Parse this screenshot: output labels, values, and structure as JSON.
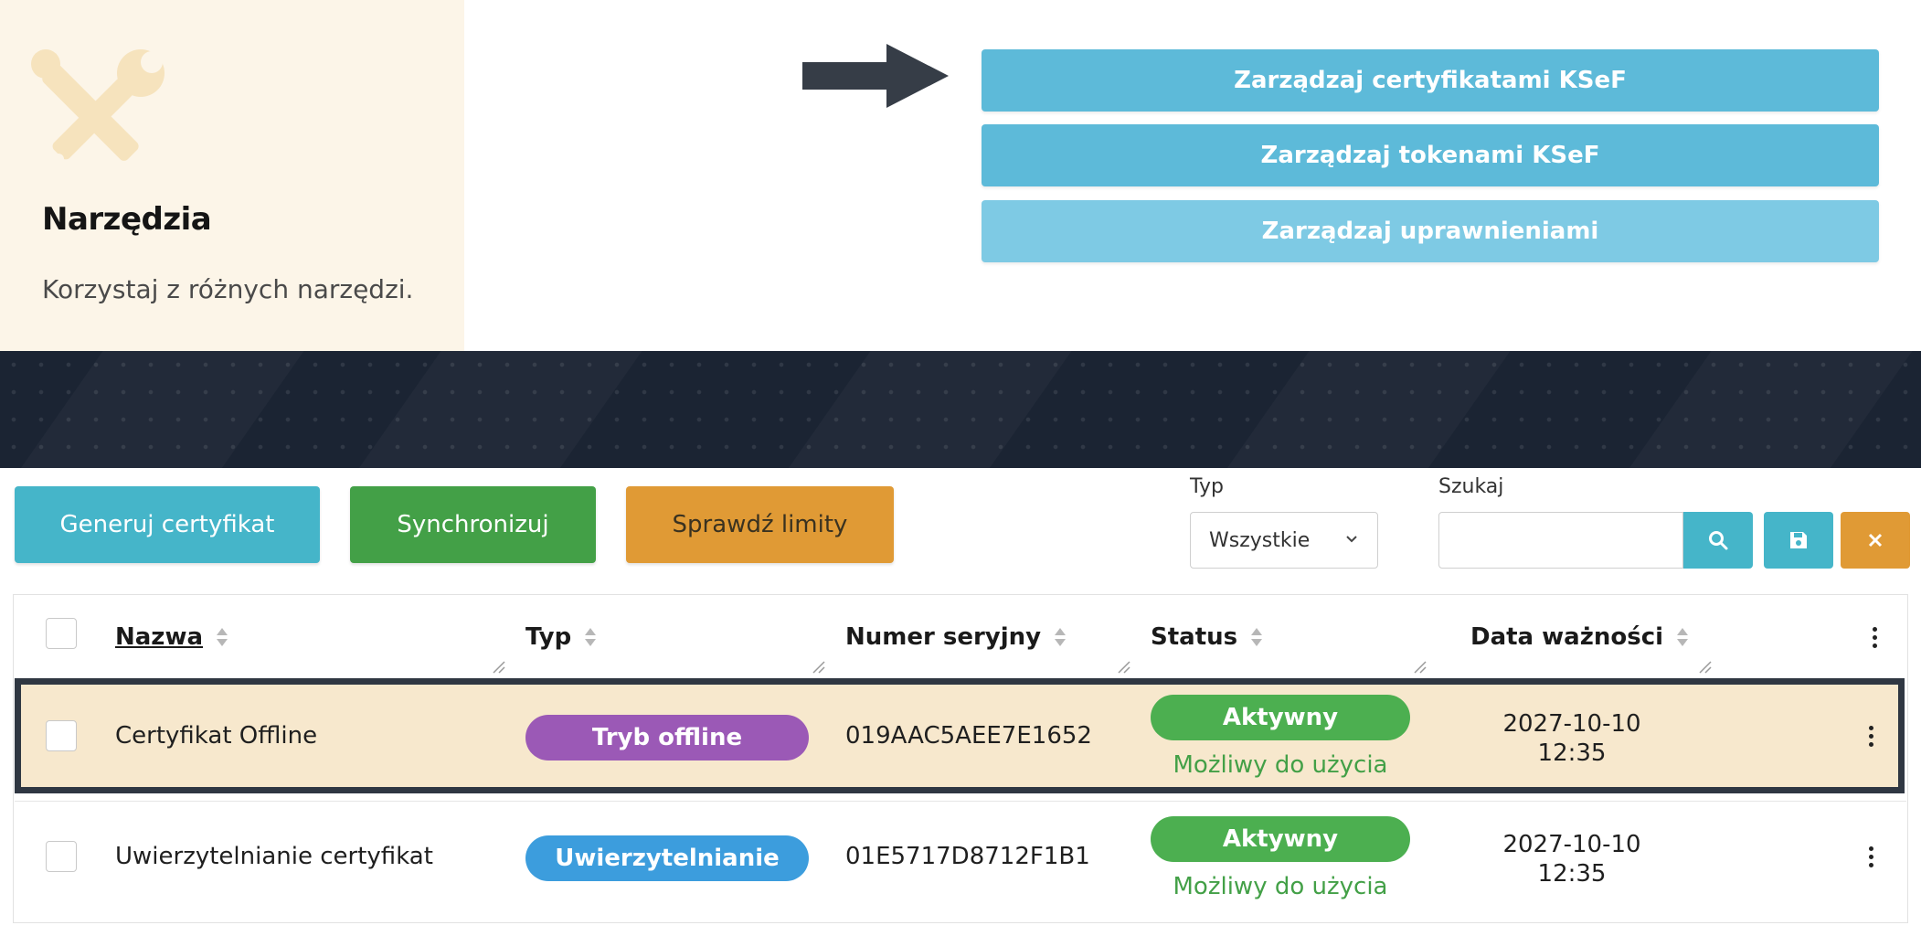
{
  "tools": {
    "title": "Narzędzia",
    "description": "Korzystaj z różnych narzędzi.",
    "icon": "tools-icon"
  },
  "actions": [
    {
      "label": "Zarządzaj certyfikatami KSeF",
      "color": "#5dbad9"
    },
    {
      "label": "Zarządzaj tokenami KSeF",
      "color": "#5dbad9"
    },
    {
      "label": "Zarządzaj uprawnieniami",
      "color": "#7ecae4"
    }
  ],
  "toolbar": {
    "generate_label": "Generuj certyfikat",
    "sync_label": "Synchronizuj",
    "limits_label": "Sprawdź limity",
    "type_filter_label": "Typ",
    "type_filter_value": "Wszystkie",
    "search_label": "Szukaj",
    "search_value": "",
    "colors": {
      "teal": "#45b5c9",
      "green": "#43a047",
      "orange": "#e09a35"
    }
  },
  "table": {
    "columns": [
      {
        "label": "Nazwa",
        "sortable": true,
        "active": true
      },
      {
        "label": "Typ",
        "sortable": true
      },
      {
        "label": "Numer seryjny",
        "sortable": true
      },
      {
        "label": "Status",
        "sortable": true
      },
      {
        "label": "Data ważności",
        "sortable": true
      }
    ],
    "rows": [
      {
        "name": "Certyfikat Offline",
        "type": "Tryb offline",
        "type_color": "#9b59b6",
        "serial": "019AAC5AEE7E1652",
        "status": "Aktywny",
        "status_note": "Możliwy do użycia",
        "date": "2027-10-10",
        "time": "12:35",
        "highlighted": true
      },
      {
        "name": "Uwierzytelnianie certyfikat",
        "type": "Uwierzytelnianie",
        "type_color": "#3c9ddd",
        "serial": "01E5717D8712F1B1",
        "status": "Aktywny",
        "status_note": "Możliwy do użycia",
        "date": "2027-10-10",
        "time": "12:35",
        "highlighted": false
      }
    ]
  }
}
